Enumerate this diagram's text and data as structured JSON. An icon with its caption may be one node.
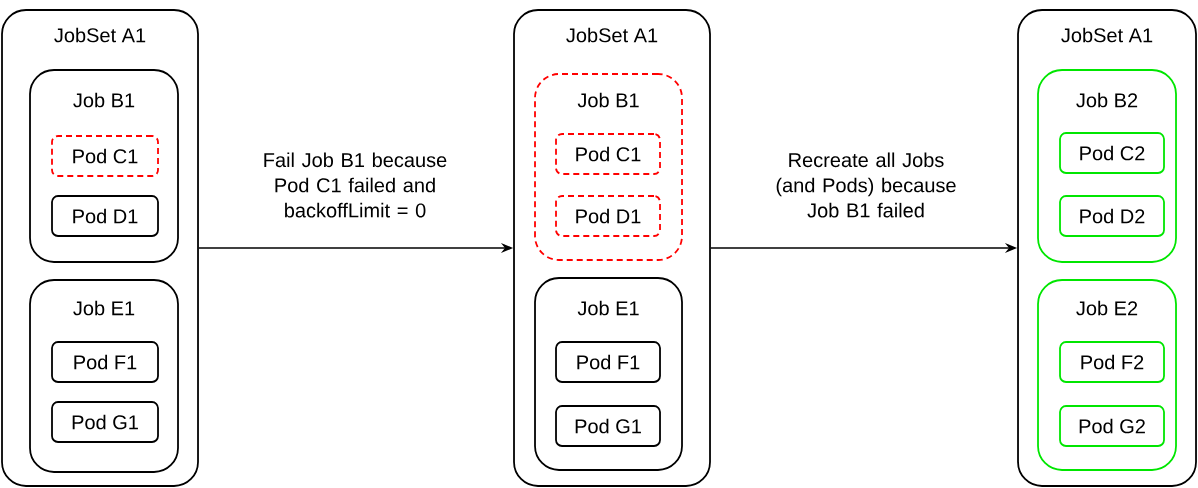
{
  "diagram": {
    "nodes": [
      {
        "text": [
          "JobSet A1"
        ]
      },
      {
        "text": [
          "Job B1"
        ],
        "in": 0
      },
      {
        "text": [
          "Pod C1"
        ],
        "in": 1
      },
      {
        "text": [
          "Pod D1"
        ],
        "in": 1
      },
      {
        "text": [
          "Job E1"
        ],
        "in": 0
      },
      {
        "text": [
          "Pod F1"
        ],
        "in": 4
      },
      {
        "text": [
          "Pod G1"
        ],
        "in": 4
      },
      {
        "text": [
          "JobSet A1"
        ]
      },
      {
        "text": [
          "Job B1"
        ],
        "in": 7
      },
      {
        "text": [
          "Pod C1"
        ],
        "in": 8
      },
      {
        "text": [
          "Pod D1"
        ],
        "in": 8
      },
      {
        "text": [
          "Job E1"
        ],
        "in": 7
      },
      {
        "text": [
          "Pod F1"
        ],
        "in": 11
      },
      {
        "text": [
          "Pod G1"
        ],
        "in": 11
      },
      {
        "text": [
          "JobSet A1"
        ]
      },
      {
        "text": [
          "Job B2"
        ],
        "in": 14
      },
      {
        "text": [
          "Pod C2"
        ],
        "in": 15
      },
      {
        "text": [
          "Pod D2"
        ],
        "in": 15
      },
      {
        "text": [
          "Job E2"
        ],
        "in": 14
      },
      {
        "text": [
          "Pod F2"
        ],
        "in": 18
      },
      {
        "text": [
          "Pod G2"
        ],
        "in": 18
      }
    ],
    "edges": [
      {
        "from": 0,
        "to": 7,
        "arrow": "to",
        "label": "Fail Job B1 because Pod C1 failed and backoffLimit = 0"
      },
      {
        "from": 7,
        "to": 14,
        "arrow": "to",
        "label": "Recreate all Jobs (and Pods) because Job B1 failed"
      }
    ]
  }
}
